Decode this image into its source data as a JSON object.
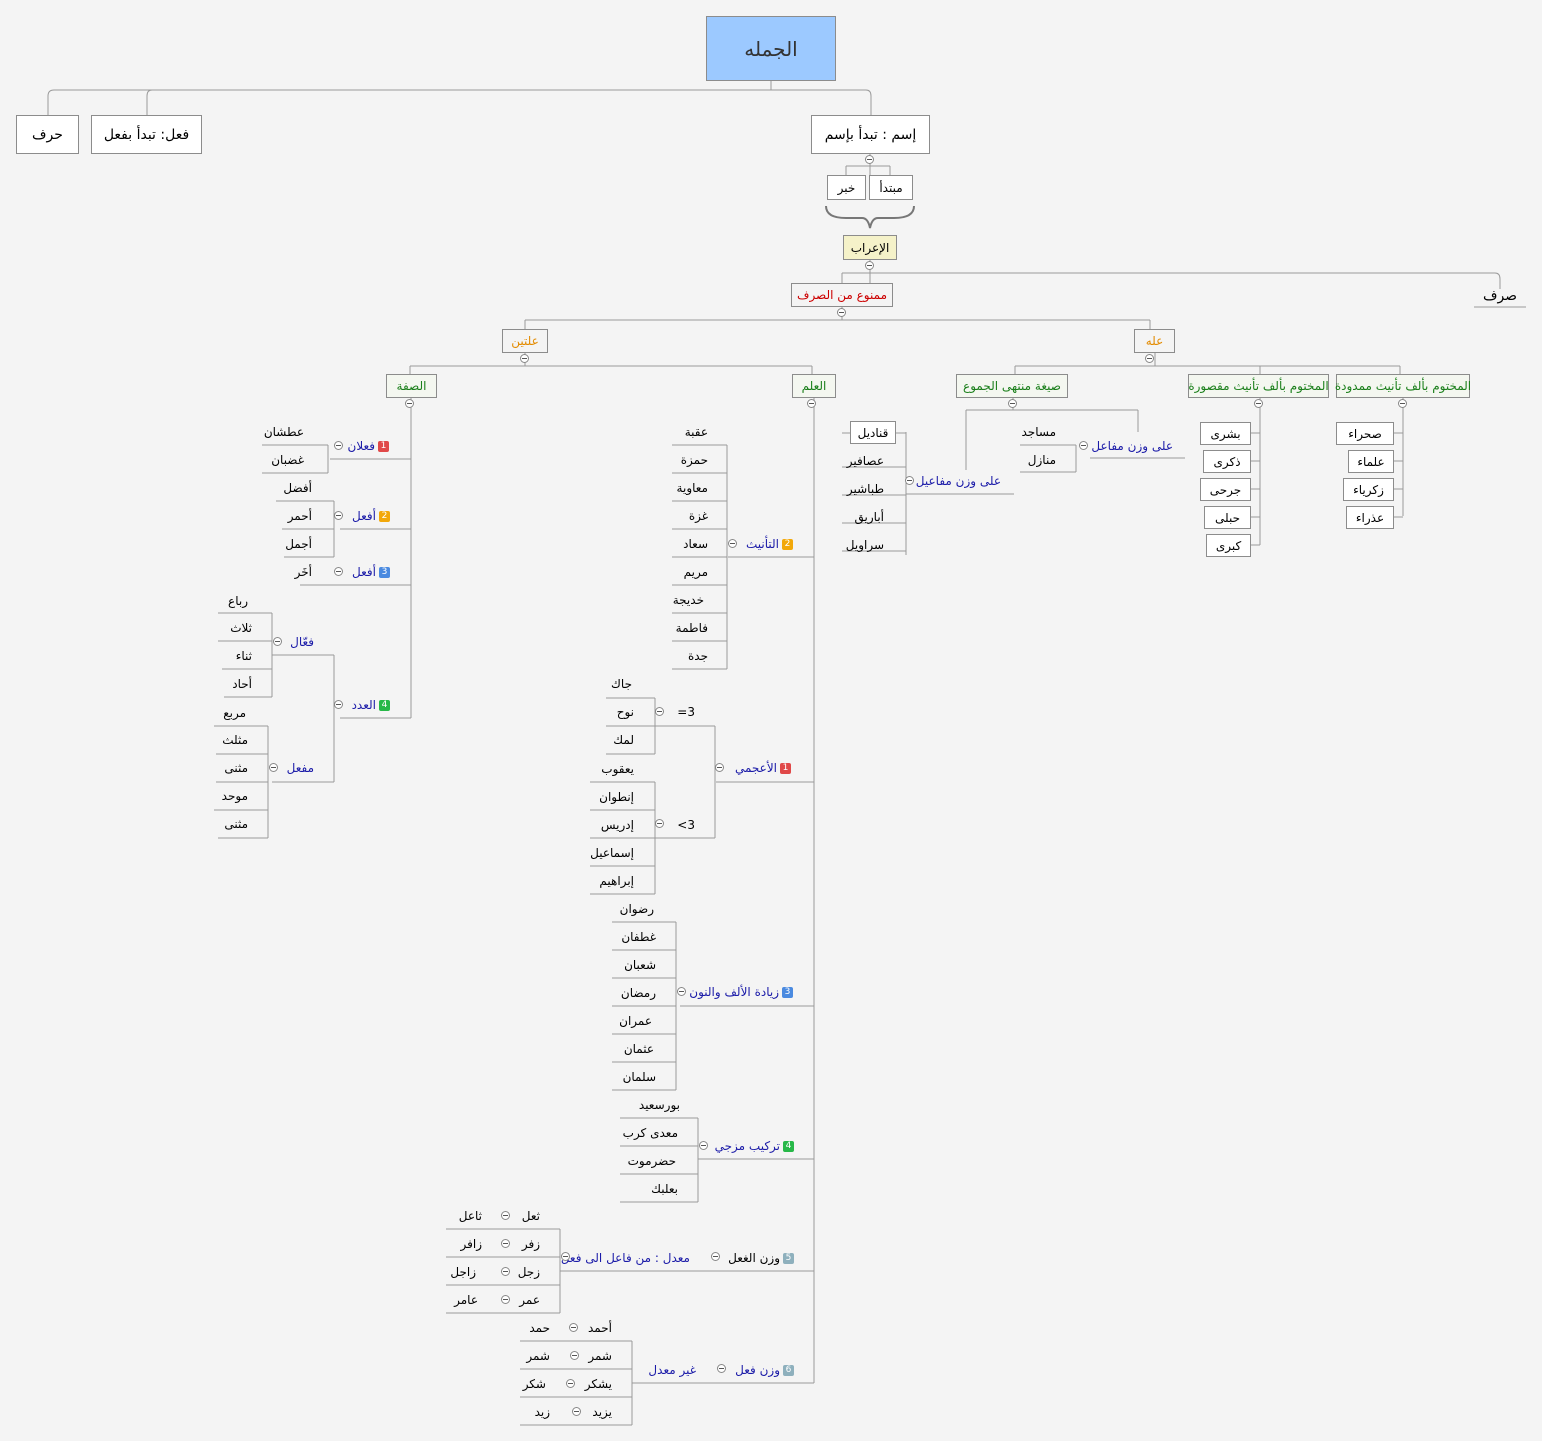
{
  "root": {
    "label": "الجمله",
    "fill": "#9cc9ff"
  },
  "top": {
    "ism": "إسم :  تبدأ بإسم",
    "fil": "فعل:  تبدأ بفعل",
    "harf": "حرف"
  },
  "ism": {
    "mubtada": "مبتدأ",
    "khabar": "خبر",
    "irab": "الإعراب",
    "mamnu": "ممنوع من الصرف",
    "sarf": "صرف"
  },
  "illa": {
    "label": "عله",
    "mamduda": {
      "label": "المختوم بألف تأنيث ممدودة",
      "items": [
        "صحراء",
        "علماء",
        "زكرياء",
        "عذراء"
      ]
    },
    "maqsura": {
      "label": "المختوم بألف تأنيث مقصورة",
      "items": [
        "بشرى",
        "ذكرى",
        "جرحى",
        "حبلى",
        "كبرى"
      ]
    },
    "muntaha": {
      "label": "صيغة منتهى الجموع",
      "mafa3il": {
        "label": "على وزن مفاعل",
        "items": [
          "مساجد",
          "منازل"
        ]
      },
      "mafa3il2": {
        "label": "على وزن مفاعيل",
        "items": [
          "قناديل",
          "عصافير",
          "طباشير",
          "أباريق",
          "سراويل"
        ]
      }
    }
  },
  "illatan": {
    "label": "علتين",
    "sifa": {
      "label": "الصفة",
      "fa3lan": {
        "badge": "1",
        "label": "فعلان",
        "items": [
          "عطشان",
          "غضبان"
        ]
      },
      "af3al": {
        "badge": "2",
        "label": "أفعل",
        "items": [
          "أفضل",
          "أحمر",
          "أجمل"
        ]
      },
      "af3al3": {
        "badge": "3",
        "label": "أفعل",
        "items": [
          "أخَر"
        ]
      },
      "adad": {
        "badge": "4",
        "label": "العدد",
        "fu3al": {
          "label": "فعّال",
          "items": [
            "رباع",
            "ثلاث",
            "ثناء",
            "أحاد"
          ]
        },
        "maf3al": {
          "label": "مفعل",
          "items": [
            "مربع",
            "مثلث",
            "مثنى",
            "موحد",
            "مثنى"
          ]
        }
      }
    },
    "alam": {
      "label": "العلم",
      "tanith": {
        "badge": "2",
        "label": "التأنيث",
        "items": [
          "عقبة",
          "حمزة",
          "معاوية",
          "غزة",
          "سعاد",
          "مريم",
          "خديجة",
          "فاطمة",
          "جدة"
        ]
      },
      "ajami": {
        "badge": "1",
        "label": "الأعجمي",
        "eq3": {
          "label": "=3",
          "items": [
            "جاك",
            "نوح",
            "لمك"
          ]
        },
        "gt3": {
          "label": "<3",
          "items": [
            "يعقوب",
            "إنطوان",
            "إدريس",
            "إسماعيل",
            "إبراهيم"
          ]
        }
      },
      "ziyada": {
        "badge": "3",
        "label": "زيادة الألف والنون",
        "items": [
          "رضوان",
          "غطفان",
          "شعبان",
          "رمضان",
          "عمران",
          "عثمان",
          "سلمان"
        ]
      },
      "tarkib": {
        "badge": "4",
        "label": "تركيب مزجي",
        "items": [
          "بورسعيد",
          "معدى كرب",
          "حضرموت",
          "بعلبك"
        ]
      },
      "wazn_ghul": {
        "badge": "5",
        "label": "وزن الغعل",
        "sub": "معدل : من فاعل الى فعل",
        "pairs": [
          [
            "ثعل",
            "ثاعل"
          ],
          [
            "زفر",
            "زافر"
          ],
          [
            "زجل",
            "زاجل"
          ],
          [
            "عمر",
            "عامر"
          ]
        ]
      },
      "wazn_fil": {
        "badge": "6",
        "label": "وزن فعل",
        "sub": "غير معدل",
        "pairs": [
          [
            "أحمد",
            "حمد"
          ],
          [
            "شمر",
            "شمر"
          ],
          [
            "يشكر",
            "شكر"
          ],
          [
            "يزيد",
            "زيد"
          ]
        ]
      }
    }
  },
  "colors": {
    "badge1": "#e04848",
    "badge2": "#f2a80a",
    "badge3": "#4a8ae0",
    "badge4": "#27b848",
    "badge5": "#8eb0bd",
    "badge6": "#8eb0bd"
  }
}
